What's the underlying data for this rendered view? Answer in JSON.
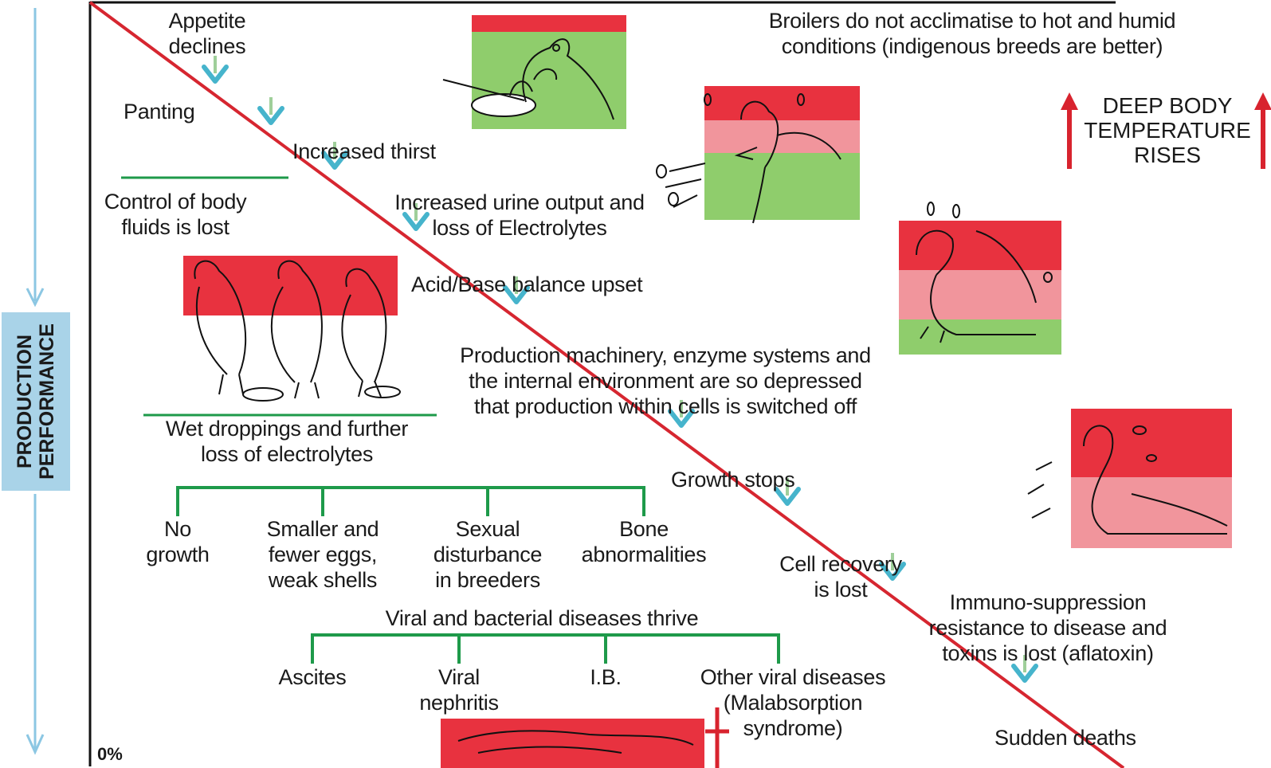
{
  "axis_label": [
    "PRODUCTION",
    "PERFORMANCE"
  ],
  "zero_label": "0%",
  "header_note": [
    "Broilers do not acclimatise to hot and humid",
    "conditions (indigenous breeds are better)"
  ],
  "temperature_note": [
    "DEEP BODY",
    "TEMPERATURE",
    "RISES"
  ],
  "steps": {
    "appetite": [
      "Appetite",
      "declines"
    ],
    "panting": "Panting",
    "thirst": "Increased thirst",
    "body_fluids": [
      "Control of body",
      "fluids is lost"
    ],
    "urine": [
      "Increased urine output and",
      "loss of Electrolytes"
    ],
    "acid_base": "Acid/Base balance upset",
    "production": [
      "Production machinery, enzyme systems and",
      "the internal environment are so depressed",
      "that production within cells is switched off"
    ],
    "wet_droppings": [
      "Wet droppings and further",
      "loss of electrolytes"
    ],
    "growth_stops": "Growth stops",
    "cell_recovery": [
      "Cell recovery",
      "is lost"
    ],
    "immuno": [
      "Immuno-suppression",
      "resistance to disease and",
      "toxins is lost (aflatoxin)"
    ],
    "sudden_deaths": "Sudden deaths"
  },
  "effects": [
    [
      "No",
      "growth"
    ],
    [
      "Smaller and",
      "fewer eggs,",
      "weak shells"
    ],
    [
      "Sexual",
      "disturbance",
      "in breeders"
    ],
    [
      "Bone",
      "abnormalities"
    ]
  ],
  "diseases_header": "Viral and bacterial diseases thrive",
  "diseases": [
    [
      "Ascites"
    ],
    [
      "Viral",
      "nephritis"
    ],
    [
      "I.B."
    ],
    [
      "Other viral diseases",
      "(Malabsorption",
      "syndrome)"
    ]
  ],
  "colors": {
    "decline_line": "#d62630",
    "arrow": "#46b4cc",
    "arrow_stem": "#9fcf9a",
    "bracket": "#1e9a4a",
    "red_band": "#e8323f",
    "pink_band": "#f1959c",
    "green_band": "#8fcd6c",
    "axis_box": "#a9d3e8",
    "temp_arrow": "#d8232e"
  }
}
